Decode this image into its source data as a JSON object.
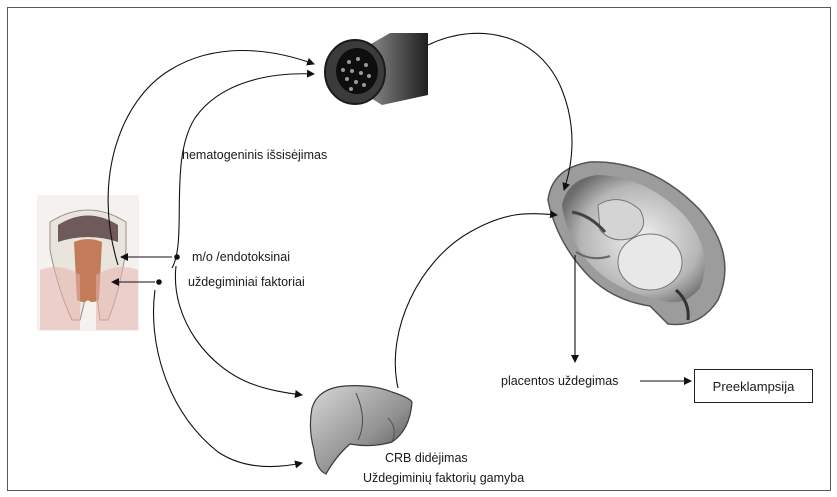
{
  "labels": {
    "hematogenous": "hematogeninis išsisėjimas",
    "microorganisms": "m/o /endotoksinai",
    "inflammatory_factors": "uždegiminiai faktoriai",
    "crp": "CRB  didėjimas",
    "inflammatory_production": "Uždegiminių faktorių gamyba",
    "placental_inflammation": "placentos uždegimas",
    "preeclampsia": "Preeklampsija"
  },
  "images": {
    "tooth": "tooth-cross-section",
    "vessel": "blood-vessel-cross-section",
    "fetus": "fetus-in-uterus",
    "liver": "liver"
  },
  "colors": {
    "line": "#111111",
    "frame": "#5a5a5a"
  }
}
